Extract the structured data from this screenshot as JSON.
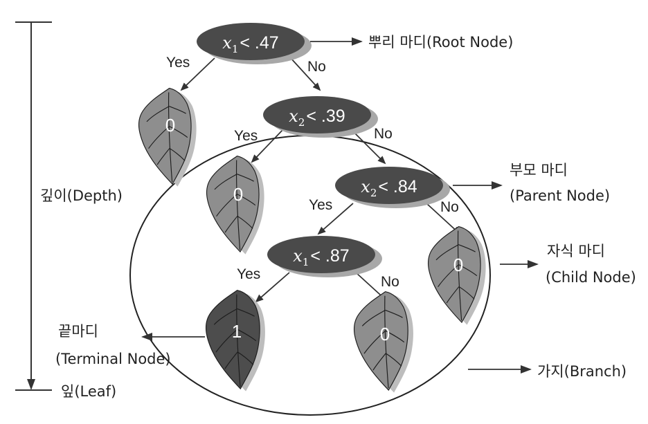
{
  "tree": {
    "nodes": [
      {
        "variable": "x",
        "subscript": "1",
        "threshold": "< .47"
      },
      {
        "variable": "x",
        "subscript": "2",
        "threshold": "< .39"
      },
      {
        "variable": "x",
        "subscript": "2",
        "threshold": "< .84"
      },
      {
        "variable": "x",
        "subscript": "1",
        "threshold": "< .87"
      }
    ],
    "edges": {
      "yes": "Yes",
      "no": "No"
    },
    "leaves": [
      "0",
      "0",
      "0",
      "1",
      "0"
    ]
  },
  "annotations": {
    "root": "뿌리 마디(Root Node)",
    "parent_line1": "부모 마디",
    "parent_line2": "(Parent Node)",
    "child_line1": "자식 마디",
    "child_line2": "(Child Node)",
    "terminal_line1": "끝마디",
    "terminal_line2": "(Terminal Node)",
    "branch": "가지(Branch)",
    "depth": "깊이(Depth)",
    "leaf": "잎(Leaf)"
  },
  "colors": {
    "node_fill": "#4a4a4a",
    "node_shadow": "#a8a8a8",
    "leaf_light": "#8e8e8e",
    "leaf_dark": "#4d4d4d",
    "leaf_shadow": "#bdbdbd",
    "ink": "#222222"
  }
}
